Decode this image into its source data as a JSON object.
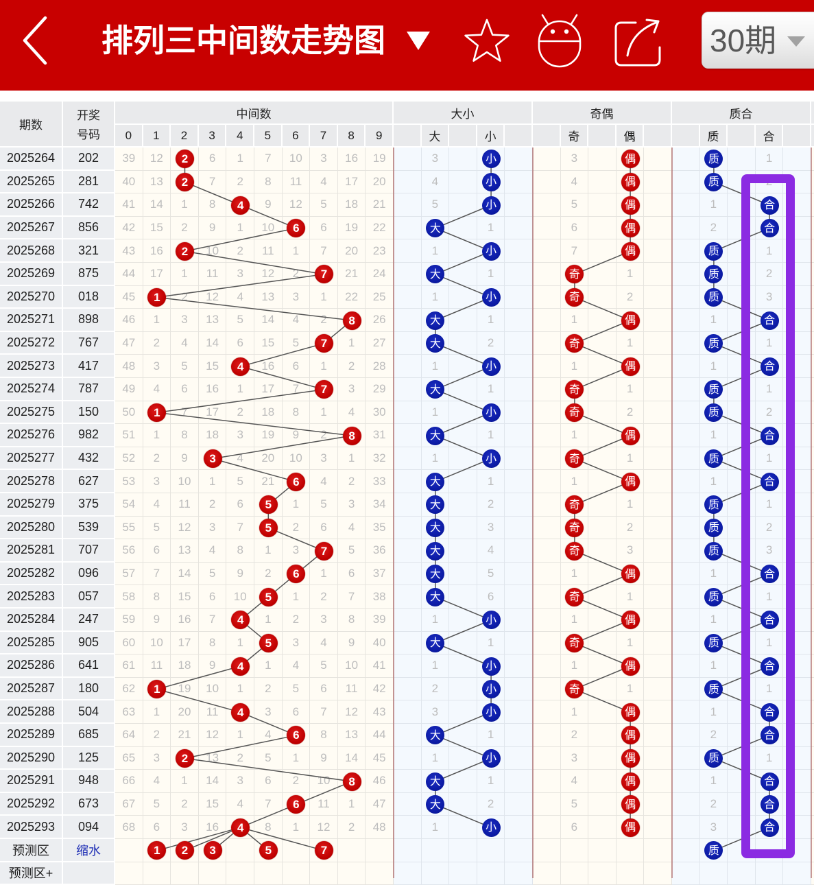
{
  "app_header": {
    "back_icon": "chevron-left-icon",
    "title": "排列三中间数走势图",
    "title_dropdown_icon": "caret-down-icon",
    "actions": [
      {
        "name": "favorite",
        "icon": "star-icon"
      },
      {
        "name": "robot",
        "icon": "robot-icon"
      },
      {
        "name": "share",
        "icon": "share-icon"
      }
    ],
    "period_select": {
      "value": "30期",
      "icon": "caret-down-icon"
    }
  },
  "colors": {
    "header_bg": "#c80000",
    "red_ball": "#c40000",
    "blue_ball": "#0b1aa3",
    "link": "#1f2fb5",
    "trend_line": "#555555",
    "annotation": "#8b2be2"
  },
  "table": {
    "header": {
      "period": "期数",
      "draw_line1": "开奖",
      "draw_line2": "号码",
      "groups": [
        "中间数",
        "大小",
        "奇偶",
        "质合",
        ""
      ],
      "sub": [
        "0",
        "1",
        "2",
        "3",
        "4",
        "5",
        "6",
        "7",
        "8",
        "9",
        "",
        "大",
        "",
        "小",
        "",
        "",
        "奇",
        "",
        "偶",
        "",
        "",
        "质",
        "",
        "合",
        "",
        ""
      ]
    },
    "rows": [
      {
        "period": "2025264",
        "number": "202",
        "hit": 2,
        "mid": [
          "39",
          "12",
          "2",
          "6",
          "1",
          "7",
          "10",
          "3",
          "16",
          "19"
        ],
        "size": [
          "3",
          "小"
        ],
        "parity": [
          "3",
          "偶"
        ],
        "prime": [
          "质",
          "1"
        ]
      },
      {
        "period": "2025265",
        "number": "281",
        "hit": 2,
        "mid": [
          "40",
          "13",
          "2",
          "7",
          "2",
          "8",
          "11",
          "4",
          "17",
          "20"
        ],
        "size": [
          "4",
          "小"
        ],
        "parity": [
          "4",
          "偶"
        ],
        "prime": [
          "质",
          "2"
        ]
      },
      {
        "period": "2025266",
        "number": "742",
        "hit": 4,
        "mid": [
          "41",
          "14",
          "1",
          "8",
          "4",
          "9",
          "12",
          "5",
          "18",
          "21"
        ],
        "size": [
          "5",
          "小"
        ],
        "parity": [
          "5",
          "偶"
        ],
        "prime": [
          "1",
          "合"
        ]
      },
      {
        "period": "2025267",
        "number": "856",
        "hit": 6,
        "mid": [
          "42",
          "15",
          "2",
          "9",
          "1",
          "10",
          "6",
          "6",
          "19",
          "22"
        ],
        "size": [
          "大",
          "1"
        ],
        "parity": [
          "6",
          "偶"
        ],
        "prime": [
          "2",
          "合"
        ]
      },
      {
        "period": "2025268",
        "number": "321",
        "hit": 2,
        "mid": [
          "43",
          "16",
          "2",
          "10",
          "2",
          "11",
          "1",
          "7",
          "20",
          "23"
        ],
        "size": [
          "1",
          "小"
        ],
        "parity": [
          "7",
          "偶"
        ],
        "prime": [
          "质",
          "1"
        ]
      },
      {
        "period": "2025269",
        "number": "875",
        "hit": 7,
        "mid": [
          "44",
          "17",
          "1",
          "11",
          "3",
          "12",
          "2",
          "7",
          "21",
          "24"
        ],
        "size": [
          "大",
          "1"
        ],
        "parity": [
          "奇",
          "1"
        ],
        "prime": [
          "质",
          "2"
        ]
      },
      {
        "period": "2025270",
        "number": "018",
        "hit": 1,
        "mid": [
          "45",
          "1",
          "2",
          "12",
          "4",
          "13",
          "3",
          "1",
          "22",
          "25"
        ],
        "size": [
          "1",
          "小"
        ],
        "parity": [
          "奇",
          "2"
        ],
        "prime": [
          "质",
          "3"
        ]
      },
      {
        "period": "2025271",
        "number": "898",
        "hit": 8,
        "mid": [
          "46",
          "1",
          "3",
          "13",
          "5",
          "14",
          "4",
          "2",
          "8",
          "26"
        ],
        "size": [
          "大",
          "1"
        ],
        "parity": [
          "1",
          "偶"
        ],
        "prime": [
          "1",
          "合"
        ]
      },
      {
        "period": "2025272",
        "number": "767",
        "hit": 7,
        "mid": [
          "47",
          "2",
          "4",
          "14",
          "6",
          "15",
          "5",
          "7",
          "1",
          "27"
        ],
        "size": [
          "大",
          "2"
        ],
        "parity": [
          "奇",
          "1"
        ],
        "prime": [
          "质",
          "1"
        ]
      },
      {
        "period": "2025273",
        "number": "417",
        "hit": 4,
        "mid": [
          "48",
          "3",
          "5",
          "15",
          "4",
          "16",
          "6",
          "1",
          "2",
          "28"
        ],
        "size": [
          "1",
          "小"
        ],
        "parity": [
          "1",
          "偶"
        ],
        "prime": [
          "1",
          "合"
        ]
      },
      {
        "period": "2025274",
        "number": "787",
        "hit": 7,
        "mid": [
          "49",
          "4",
          "6",
          "16",
          "1",
          "17",
          "7",
          "7",
          "3",
          "29"
        ],
        "size": [
          "大",
          "1"
        ],
        "parity": [
          "奇",
          "1"
        ],
        "prime": [
          "质",
          "1"
        ]
      },
      {
        "period": "2025275",
        "number": "150",
        "hit": 1,
        "mid": [
          "50",
          "1",
          "7",
          "17",
          "2",
          "18",
          "8",
          "1",
          "4",
          "30"
        ],
        "size": [
          "1",
          "小"
        ],
        "parity": [
          "奇",
          "2"
        ],
        "prime": [
          "质",
          "2"
        ]
      },
      {
        "period": "2025276",
        "number": "982",
        "hit": 8,
        "mid": [
          "51",
          "1",
          "8",
          "18",
          "3",
          "19",
          "9",
          "2",
          "8",
          "31"
        ],
        "size": [
          "大",
          "1"
        ],
        "parity": [
          "1",
          "偶"
        ],
        "prime": [
          "1",
          "合"
        ]
      },
      {
        "period": "2025277",
        "number": "432",
        "hit": 3,
        "mid": [
          "52",
          "2",
          "9",
          "3",
          "4",
          "20",
          "10",
          "3",
          "1",
          "32"
        ],
        "size": [
          "1",
          "小"
        ],
        "parity": [
          "奇",
          "1"
        ],
        "prime": [
          "质",
          "1"
        ]
      },
      {
        "period": "2025278",
        "number": "627",
        "hit": 6,
        "mid": [
          "53",
          "3",
          "10",
          "1",
          "5",
          "21",
          "6",
          "4",
          "2",
          "33"
        ],
        "size": [
          "大",
          "1"
        ],
        "parity": [
          "1",
          "偶"
        ],
        "prime": [
          "1",
          "合"
        ]
      },
      {
        "period": "2025279",
        "number": "375",
        "hit": 5,
        "mid": [
          "54",
          "4",
          "11",
          "2",
          "6",
          "5",
          "1",
          "5",
          "3",
          "34"
        ],
        "size": [
          "大",
          "2"
        ],
        "parity": [
          "奇",
          "1"
        ],
        "prime": [
          "质",
          "1"
        ]
      },
      {
        "period": "2025280",
        "number": "539",
        "hit": 5,
        "mid": [
          "55",
          "5",
          "12",
          "3",
          "7",
          "5",
          "2",
          "6",
          "4",
          "35"
        ],
        "size": [
          "大",
          "3"
        ],
        "parity": [
          "奇",
          "2"
        ],
        "prime": [
          "质",
          "2"
        ]
      },
      {
        "period": "2025281",
        "number": "707",
        "hit": 7,
        "mid": [
          "56",
          "6",
          "13",
          "4",
          "8",
          "1",
          "3",
          "7",
          "5",
          "36"
        ],
        "size": [
          "大",
          "4"
        ],
        "parity": [
          "奇",
          "3"
        ],
        "prime": [
          "质",
          "3"
        ]
      },
      {
        "period": "2025282",
        "number": "096",
        "hit": 6,
        "mid": [
          "57",
          "7",
          "14",
          "5",
          "9",
          "2",
          "6",
          "1",
          "6",
          "37"
        ],
        "size": [
          "大",
          "5"
        ],
        "parity": [
          "1",
          "偶"
        ],
        "prime": [
          "1",
          "合"
        ]
      },
      {
        "period": "2025283",
        "number": "057",
        "hit": 5,
        "mid": [
          "58",
          "8",
          "15",
          "6",
          "10",
          "5",
          "1",
          "2",
          "7",
          "38"
        ],
        "size": [
          "大",
          "6"
        ],
        "parity": [
          "奇",
          "1"
        ],
        "prime": [
          "质",
          "1"
        ]
      },
      {
        "period": "2025284",
        "number": "247",
        "hit": 4,
        "mid": [
          "59",
          "9",
          "16",
          "7",
          "4",
          "1",
          "2",
          "3",
          "8",
          "39"
        ],
        "size": [
          "1",
          "小"
        ],
        "parity": [
          "1",
          "偶"
        ],
        "prime": [
          "1",
          "合"
        ]
      },
      {
        "period": "2025285",
        "number": "905",
        "hit": 5,
        "mid": [
          "60",
          "10",
          "17",
          "8",
          "1",
          "5",
          "3",
          "4",
          "9",
          "40"
        ],
        "size": [
          "大",
          "1"
        ],
        "parity": [
          "奇",
          "1"
        ],
        "prime": [
          "质",
          "1"
        ]
      },
      {
        "period": "2025286",
        "number": "641",
        "hit": 4,
        "mid": [
          "61",
          "11",
          "18",
          "9",
          "4",
          "1",
          "4",
          "5",
          "10",
          "41"
        ],
        "size": [
          "1",
          "小"
        ],
        "parity": [
          "1",
          "偶"
        ],
        "prime": [
          "1",
          "合"
        ]
      },
      {
        "period": "2025287",
        "number": "180",
        "hit": 1,
        "mid": [
          "62",
          "1",
          "19",
          "10",
          "1",
          "2",
          "5",
          "6",
          "11",
          "42"
        ],
        "size": [
          "2",
          "小"
        ],
        "parity": [
          "奇",
          "1"
        ],
        "prime": [
          "质",
          "1"
        ]
      },
      {
        "period": "2025288",
        "number": "504",
        "hit": 4,
        "mid": [
          "63",
          "1",
          "20",
          "11",
          "4",
          "3",
          "6",
          "7",
          "12",
          "43"
        ],
        "size": [
          "3",
          "小"
        ],
        "parity": [
          "1",
          "偶"
        ],
        "prime": [
          "1",
          "合"
        ]
      },
      {
        "period": "2025289",
        "number": "685",
        "hit": 6,
        "mid": [
          "64",
          "2",
          "21",
          "12",
          "1",
          "4",
          "6",
          "8",
          "13",
          "44"
        ],
        "size": [
          "大",
          "1"
        ],
        "parity": [
          "2",
          "偶"
        ],
        "prime": [
          "2",
          "合"
        ]
      },
      {
        "period": "2025290",
        "number": "125",
        "hit": 2,
        "mid": [
          "65",
          "3",
          "2",
          "13",
          "2",
          "5",
          "1",
          "9",
          "14",
          "45"
        ],
        "size": [
          "1",
          "小"
        ],
        "parity": [
          "3",
          "偶"
        ],
        "prime": [
          "质",
          "1"
        ]
      },
      {
        "period": "2025291",
        "number": "948",
        "hit": 8,
        "mid": [
          "66",
          "4",
          "1",
          "14",
          "3",
          "6",
          "2",
          "10",
          "8",
          "46"
        ],
        "size": [
          "大",
          "1"
        ],
        "parity": [
          "4",
          "偶"
        ],
        "prime": [
          "1",
          "合"
        ]
      },
      {
        "period": "2025292",
        "number": "673",
        "hit": 6,
        "mid": [
          "67",
          "5",
          "2",
          "15",
          "4",
          "7",
          "6",
          "11",
          "1",
          "47"
        ],
        "size": [
          "大",
          "2"
        ],
        "parity": [
          "5",
          "偶"
        ],
        "prime": [
          "2",
          "合"
        ]
      },
      {
        "period": "2025293",
        "number": "094",
        "hit": 4,
        "mid": [
          "68",
          "6",
          "3",
          "16",
          "4",
          "8",
          "1",
          "12",
          "2",
          "48"
        ],
        "size": [
          "1",
          "小"
        ],
        "parity": [
          "6",
          "偶"
        ],
        "prime": [
          "3",
          "合"
        ]
      }
    ],
    "prediction": {
      "label": "预测区",
      "link": "缩水",
      "mid_balls": [
        "1",
        "2",
        "3",
        "5",
        "7"
      ],
      "prime": [
        "质",
        ""
      ]
    },
    "prediction_plus": {
      "label": "预测区+"
    }
  },
  "annotation": {
    "type": "highlight-rectangle",
    "target_column": "合",
    "color": "#8b2be2"
  }
}
